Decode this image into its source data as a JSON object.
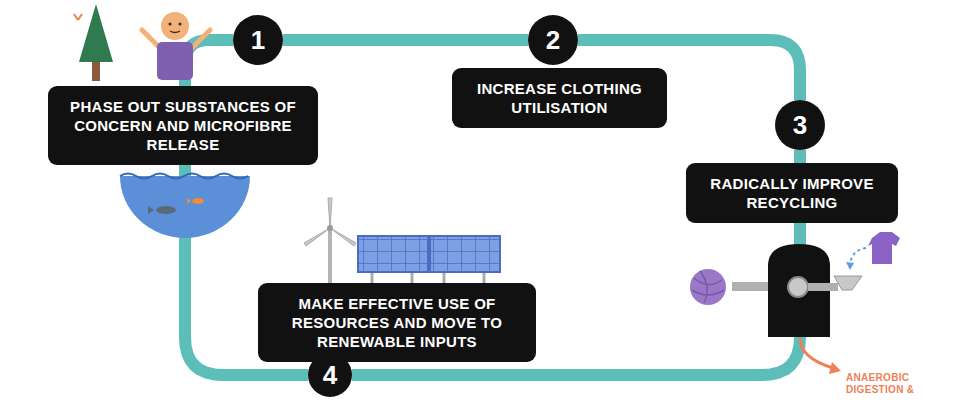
{
  "diagram": {
    "nodes": [
      {
        "text": [
          "1"
        ]
      },
      {
        "text": [
          "PHASE OUT SUBSTANCES OF CONCERN AND MICROFIBRE RELEASE"
        ]
      },
      {
        "text": [
          "2"
        ]
      },
      {
        "text": [
          "INCREASE CLOTHING UTILISATION"
        ]
      },
      {
        "text": [
          "3"
        ]
      },
      {
        "text": [
          "RADICALLY IMPROVE RECYCLING"
        ]
      },
      {
        "text": [
          "MAKE EFFECTIVE USE OF RESOURCES AND MOVE TO RENEWABLE INPUTS"
        ]
      },
      {
        "text": [
          "4"
        ]
      }
    ],
    "edges": [
      {
        "from": 0,
        "to": 2,
        "arrow": "none"
      },
      {
        "from": 2,
        "to": 4,
        "arrow": "none"
      },
      {
        "from": 4,
        "to": 7,
        "arrow": "none"
      },
      {
        "from": 7,
        "to": 0,
        "arrow": "none"
      }
    ],
    "labels": [
      "ANAEROBIC DIGESTION &"
    ]
  }
}
